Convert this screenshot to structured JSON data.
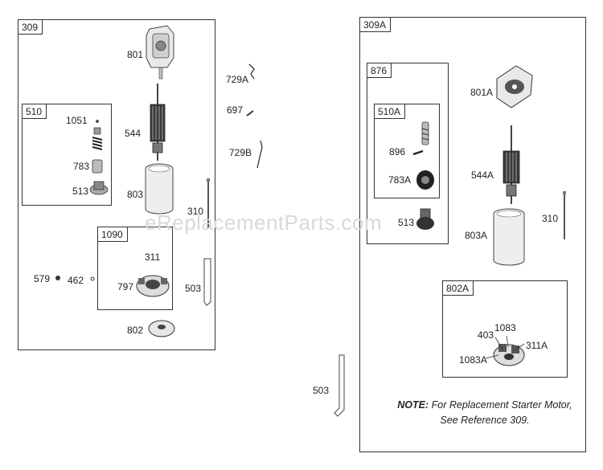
{
  "watermark": "eReplacementParts.com",
  "groups": {
    "g309": "309",
    "g510": "510",
    "g1090": "1090",
    "g309a": "309A",
    "g876": "876",
    "g510a": "510A",
    "g802a": "802A"
  },
  "parts": {
    "p801": "801",
    "p544": "544",
    "p803": "803",
    "p1051": "1051",
    "p783": "783",
    "p513": "513",
    "p310": "310",
    "p311": "311",
    "p797": "797",
    "p579": "579",
    "p462": "462",
    "p503": "503",
    "p802": "802",
    "p729a": "729A",
    "p697": "697",
    "p729b": "729B",
    "p503b": "503",
    "p801a": "801A",
    "p544a": "544A",
    "p803a": "803A",
    "p896": "896",
    "p783a": "783A",
    "p513b": "513",
    "p310b": "310",
    "p403": "403",
    "p1083": "1083",
    "p311a": "311A",
    "p1083a": "1083A"
  },
  "note": {
    "prefix": "NOTE:",
    "line1": "For Replacement Starter Motor,",
    "line2": "See Reference 309."
  }
}
